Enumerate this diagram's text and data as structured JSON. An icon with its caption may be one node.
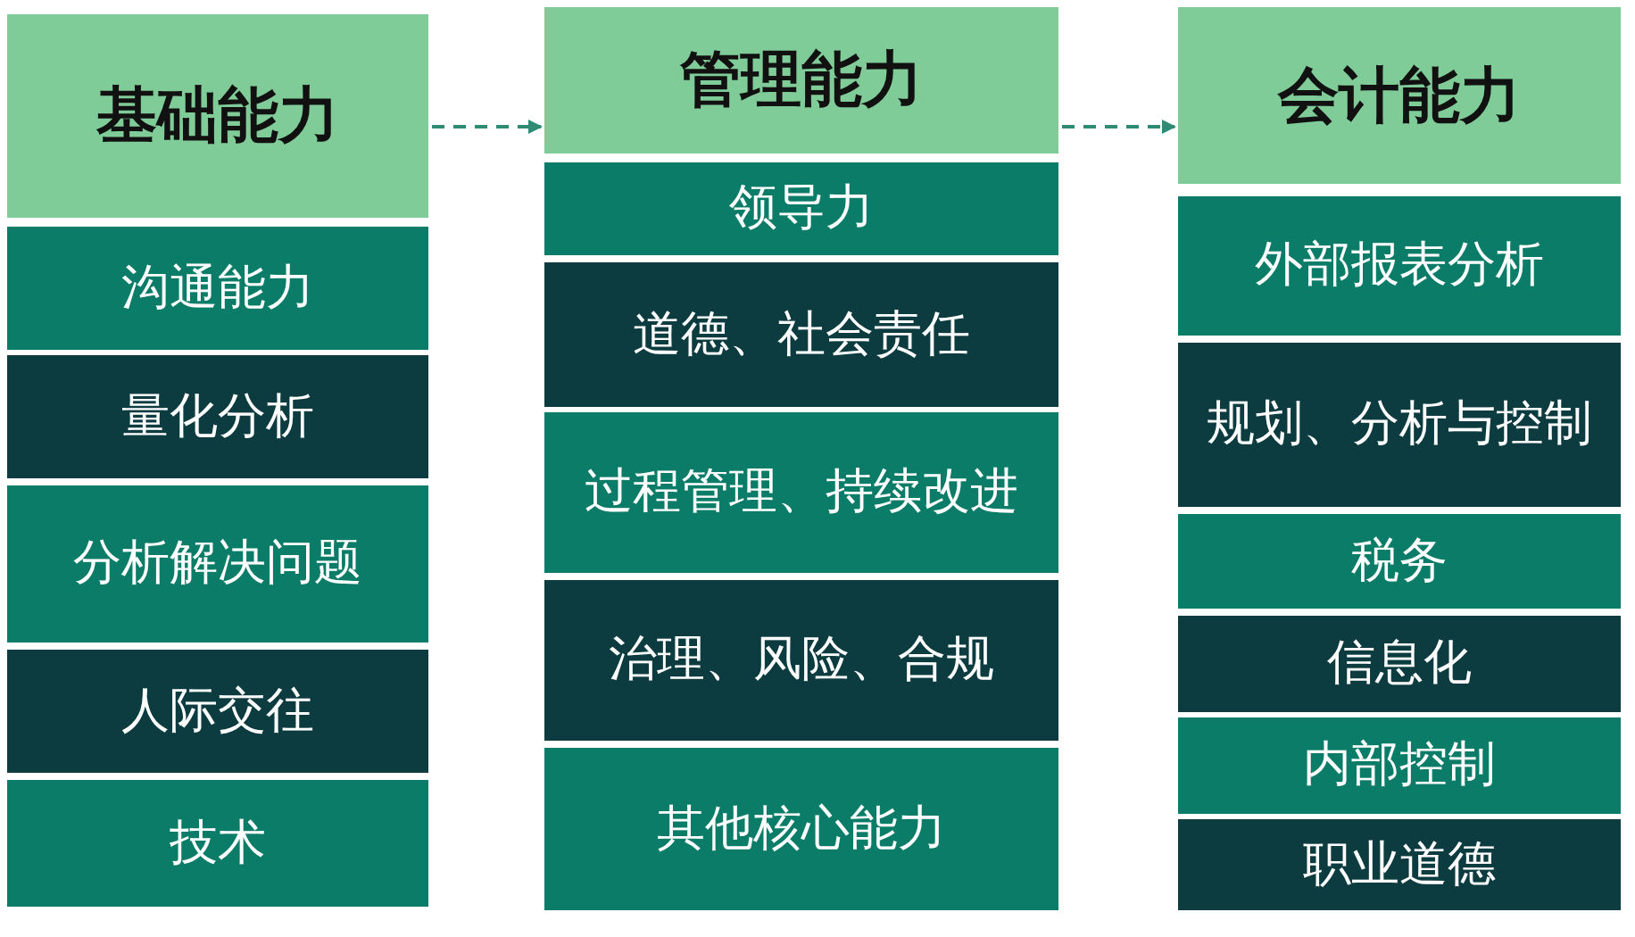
{
  "diagram": {
    "nodes": [
      {
        "text": [
          "基础能力"
        ]
      },
      {
        "text": [
          "沟通能力"
        ]
      },
      {
        "text": [
          "量化分析"
        ]
      },
      {
        "text": [
          "分析解决问题"
        ]
      },
      {
        "text": [
          "人际交往"
        ]
      },
      {
        "text": [
          "技术"
        ]
      },
      {
        "text": [
          "管理能力"
        ]
      },
      {
        "text": [
          "领导力"
        ]
      },
      {
        "text": [
          "道德、社会责任"
        ]
      },
      {
        "text": [
          "过程管理、持续改进"
        ]
      },
      {
        "text": [
          "治理、风险、合规"
        ]
      },
      {
        "text": [
          "其他核心能力"
        ]
      },
      {
        "text": [
          "会计能力"
        ]
      },
      {
        "text": [
          "外部报表分析"
        ]
      },
      {
        "text": [
          "规划、分析与控制"
        ]
      },
      {
        "text": [
          "税务"
        ]
      },
      {
        "text": [
          "信息化"
        ]
      },
      {
        "text": [
          "内部控制"
        ]
      },
      {
        "text": [
          "职业道德"
        ]
      }
    ],
    "edges": [
      {
        "from": 0,
        "to": 6,
        "arrow": "to",
        "style": "dashed"
      },
      {
        "from": 6,
        "to": 12,
        "arrow": "to",
        "style": "dashed"
      }
    ]
  }
}
